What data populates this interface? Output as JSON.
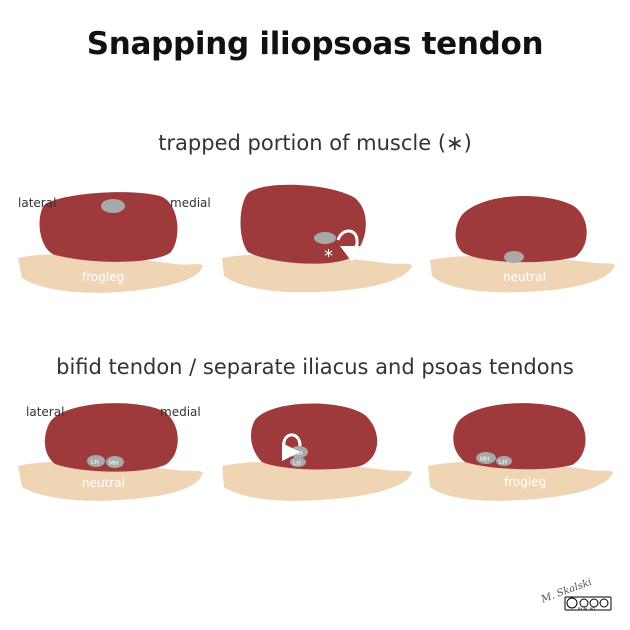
{
  "title": "Snapping iliopsoas tendon",
  "section1": {
    "heading": "trapped portion of muscle (∗)",
    "label_lateral": "lateral",
    "label_medial": "medial",
    "label_frogleg": "frogleg",
    "label_neutral": "neutral",
    "asterisk": "*"
  },
  "section2": {
    "heading": "bifid tendon / separate iliacus and psoas tendons",
    "label_lateral": "lateral",
    "label_medial": "medial",
    "label_neutral": "neutral",
    "label_frogleg": "frogleg",
    "tendon_lh": "LH",
    "tendon_mh": "MH"
  },
  "signature": "M. Skalski",
  "license": "BY NC ND",
  "colors": {
    "muscle": "#9e3a3b",
    "tendon": "#a9a9a9",
    "bone": "#f0d5b4",
    "bone_text": "#ffffff"
  }
}
